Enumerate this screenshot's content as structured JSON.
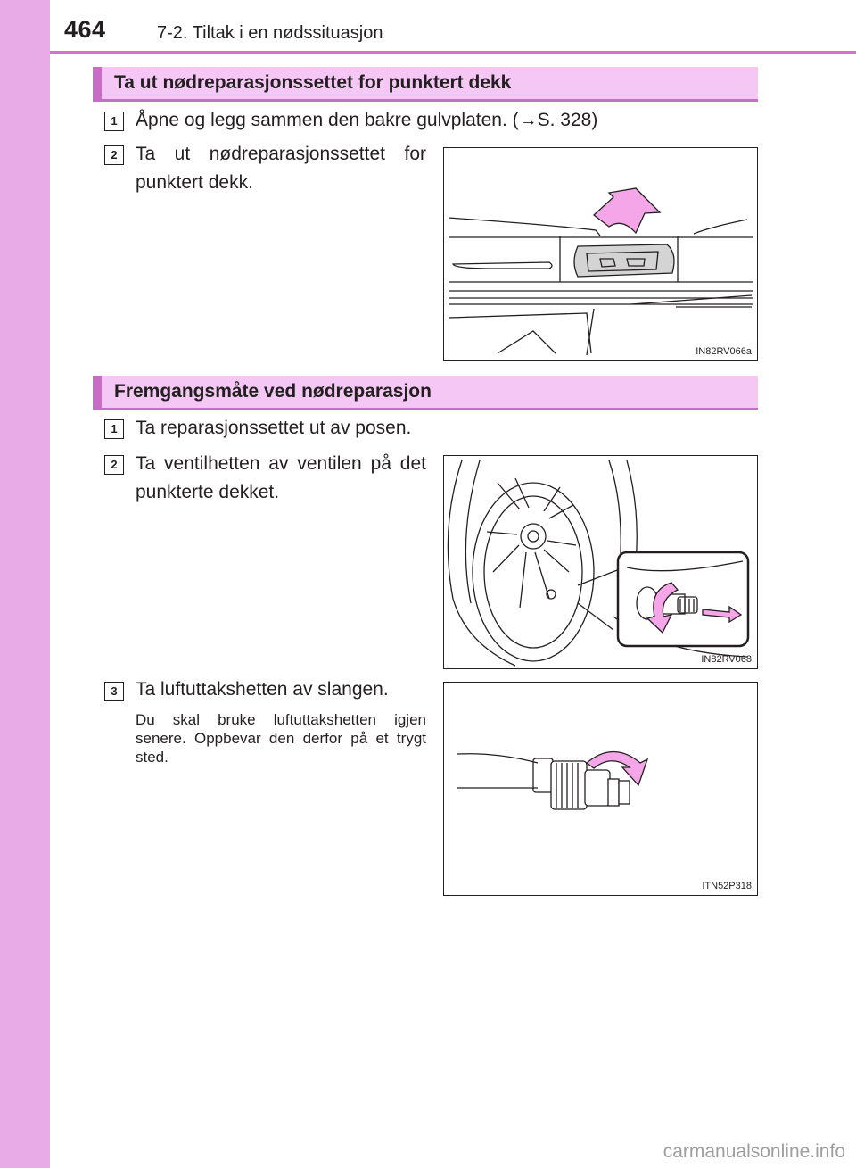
{
  "header": {
    "page_number": "464",
    "section": "7-2. Tiltak i en nødssituasjon"
  },
  "section1": {
    "title": "Ta ut nødreparasjonssettet for punktert dekk",
    "steps": [
      {
        "num": "1",
        "text": "Åpne og legg sammen den bakre gulvplaten. (→S. 328)"
      },
      {
        "num": "2",
        "text": "Ta ut nødreparasjonssettet for punktert dekk."
      }
    ],
    "figure_code": "IN82RV066a"
  },
  "section2": {
    "title": "Fremgangsmåte ved nødreparasjon",
    "steps": [
      {
        "num": "1",
        "text": "Ta reparasjonssettet ut av posen."
      },
      {
        "num": "2",
        "text": "Ta ventilhetten av ventilen på det punkterte dekket."
      },
      {
        "num": "3",
        "text": "Ta luftuttakshetten av slangen."
      }
    ],
    "note": "Du skal bruke luftuttakshetten igjen senere. Oppbevar den derfor på et trygt sted.",
    "figure_codes": [
      "IN82RV068",
      "ITN52P318"
    ]
  },
  "watermark": "carmanualsonline.info",
  "colors": {
    "side_strip": "#e8abe8",
    "header_rule": "#d46fd4",
    "section_bg": "#f5c7f5",
    "section_accent": "#c76dc7",
    "arrow_fill": "#f4a6e8"
  }
}
